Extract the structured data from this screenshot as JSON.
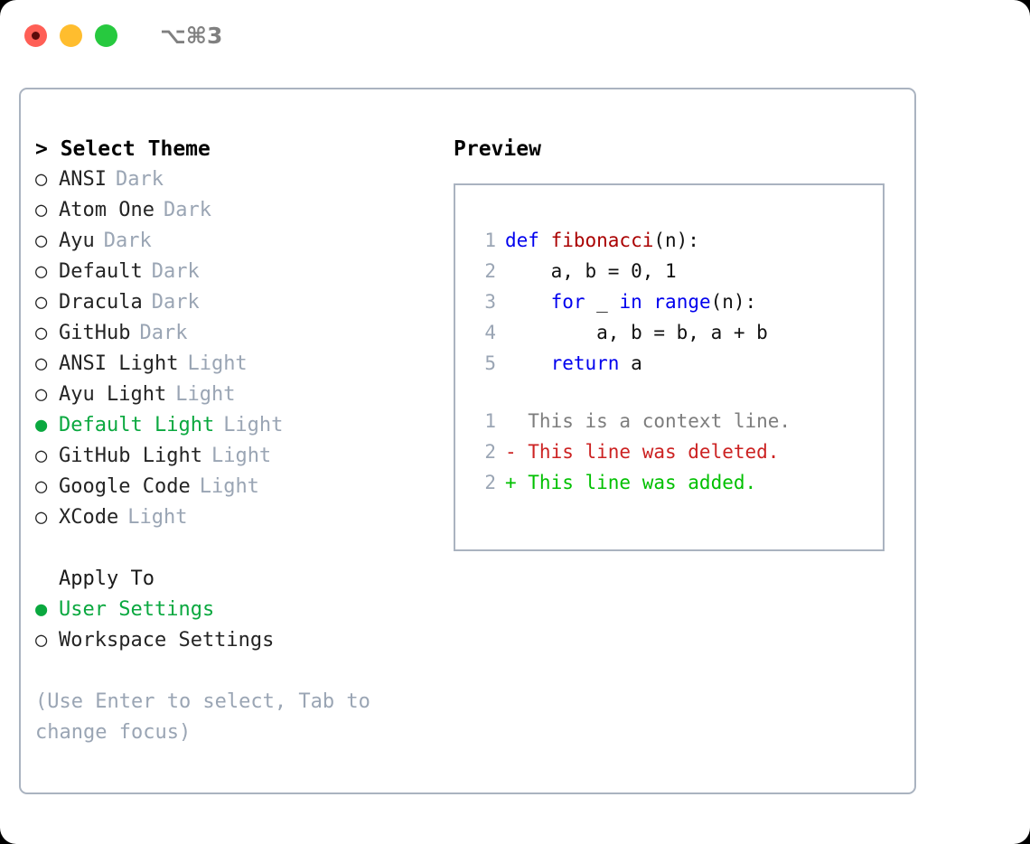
{
  "titlebar": {
    "shortcut": "⌥⌘3",
    "lights": [
      {
        "name": "close",
        "color": "#ff5f56"
      },
      {
        "name": "minimize",
        "color": "#ffbd2e"
      },
      {
        "name": "maximize",
        "color": "#27c93f"
      }
    ]
  },
  "theme_picker": {
    "header": "> Select Theme",
    "items": [
      {
        "marker": "○",
        "label": "ANSI",
        "tag": "Dark",
        "selected": false
      },
      {
        "marker": "○",
        "label": "Atom One",
        "tag": "Dark",
        "selected": false
      },
      {
        "marker": "○",
        "label": "Ayu",
        "tag": "Dark",
        "selected": false
      },
      {
        "marker": "○",
        "label": "Default",
        "tag": "Dark",
        "selected": false
      },
      {
        "marker": "○",
        "label": "Dracula",
        "tag": "Dark",
        "selected": false
      },
      {
        "marker": "○",
        "label": "GitHub",
        "tag": "Dark",
        "selected": false
      },
      {
        "marker": "○",
        "label": "ANSI Light",
        "tag": "Light",
        "selected": false
      },
      {
        "marker": "○",
        "label": "Ayu Light",
        "tag": "Light",
        "selected": false
      },
      {
        "marker": "●",
        "label": "Default Light",
        "tag": "Light",
        "selected": true
      },
      {
        "marker": "○",
        "label": "GitHub Light",
        "tag": "Light",
        "selected": false
      },
      {
        "marker": "○",
        "label": "Google Code",
        "tag": "Light",
        "selected": false
      },
      {
        "marker": "○",
        "label": "XCode",
        "tag": "Light",
        "selected": false
      }
    ]
  },
  "apply_to": {
    "header": "Apply To",
    "items": [
      {
        "marker": "●",
        "label": "User Settings",
        "selected": true
      },
      {
        "marker": "○",
        "label": "Workspace Settings",
        "selected": false
      }
    ]
  },
  "hint": "(Use Enter to select, Tab to change focus)",
  "preview": {
    "title": "Preview",
    "code_lines": [
      {
        "num": "1",
        "segments": [
          {
            "text": "def ",
            "kind": "kw"
          },
          {
            "text": "fibonacci",
            "kind": "fn"
          },
          {
            "text": "(n):",
            "kind": "txt"
          }
        ]
      },
      {
        "num": "2",
        "segments": [
          {
            "text": "    a, b = 0, 1",
            "kind": "txt"
          }
        ]
      },
      {
        "num": "3",
        "segments": [
          {
            "text": "    ",
            "kind": "txt"
          },
          {
            "text": "for",
            "kind": "kw"
          },
          {
            "text": " _ ",
            "kind": "txt"
          },
          {
            "text": "in",
            "kind": "kw"
          },
          {
            "text": " ",
            "kind": "txt"
          },
          {
            "text": "range",
            "kind": "kw"
          },
          {
            "text": "(n):",
            "kind": "txt"
          }
        ]
      },
      {
        "num": "4",
        "segments": [
          {
            "text": "        a, b = b, a + b",
            "kind": "txt"
          }
        ]
      },
      {
        "num": "5",
        "segments": [
          {
            "text": "    ",
            "kind": "txt"
          },
          {
            "text": "return",
            "kind": "kw"
          },
          {
            "text": " a",
            "kind": "txt"
          }
        ]
      }
    ],
    "diff_lines": [
      {
        "num": "1",
        "segments": [
          {
            "text": "  This is a context line.",
            "kind": "ctx"
          }
        ]
      },
      {
        "num": "2",
        "segments": [
          {
            "text": "- This line was deleted.",
            "kind": "del"
          }
        ]
      },
      {
        "num": "2",
        "segments": [
          {
            "text": "+ This line was added.",
            "kind": "add"
          }
        ]
      }
    ]
  },
  "colors": {
    "accent_green": "#0aa83f",
    "muted_gray": "#9aa5b4",
    "border": "#aab3c0",
    "keyword_blue": "#0000ee",
    "function_red": "#aa0000",
    "diff_deleted": "#cc2222",
    "diff_added": "#00c000"
  }
}
